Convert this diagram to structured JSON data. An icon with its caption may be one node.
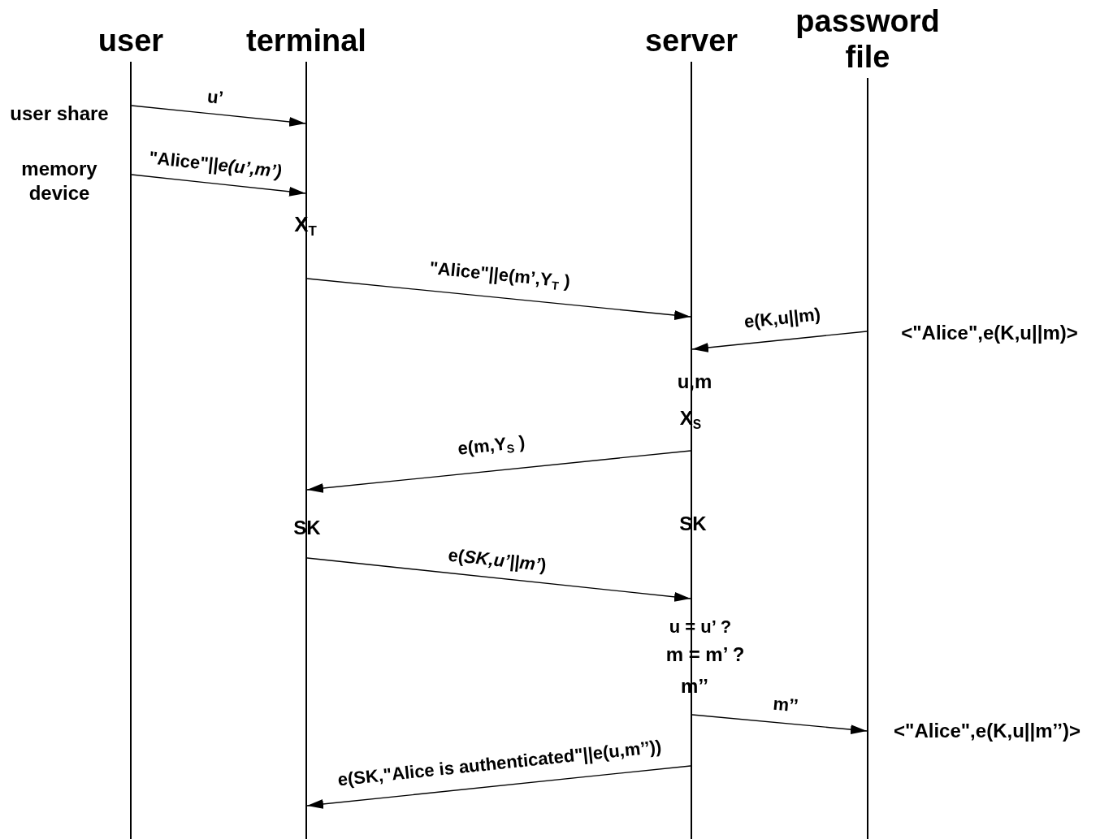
{
  "diagram": {
    "nodes": [
      {
        "text": [
          "user"
        ]
      },
      {
        "text": [
          "terminal"
        ]
      },
      {
        "text": [
          "server"
        ]
      },
      {
        "text": [
          "password file"
        ]
      }
    ],
    "edges": [
      {
        "from": 0,
        "to": 1,
        "arrow": "to",
        "label": "u’"
      },
      {
        "from": 0,
        "to": 1,
        "arrow": "to",
        "label": "\"Alice\"||*e(u’,m’)*"
      },
      {
        "from": 1,
        "to": 2,
        "arrow": "to",
        "label": "\"Alice\"||e(m’,Y$_{T}$ )"
      },
      {
        "from": 3,
        "to": 2,
        "arrow": "to",
        "label": "e(K,u||m)"
      },
      {
        "from": 2,
        "to": 1,
        "arrow": "to",
        "label": "e(m,Y$_{S}$ )"
      },
      {
        "from": 1,
        "to": 2,
        "arrow": "to",
        "label": "e(*SK,u’||m’*)"
      },
      {
        "from": 2,
        "to": 3,
        "arrow": "to",
        "label": "m’’"
      },
      {
        "from": 2,
        "to": 1,
        "arrow": "to",
        "label": "e(SK,\"Alice is authenticated\"||e(u,m’’))"
      }
    ],
    "labels": [
      "user share",
      "memory device",
      "X$_{T}$",
      "<\"Alice\",e(K,u||m)>",
      "u,m",
      "X$_{S}$",
      "SK",
      "SK",
      "u = u’ ?",
      "m = m’ ?",
      "m’’",
      "<\"Alice\",e(K,u||m’’)>"
    ]
  }
}
